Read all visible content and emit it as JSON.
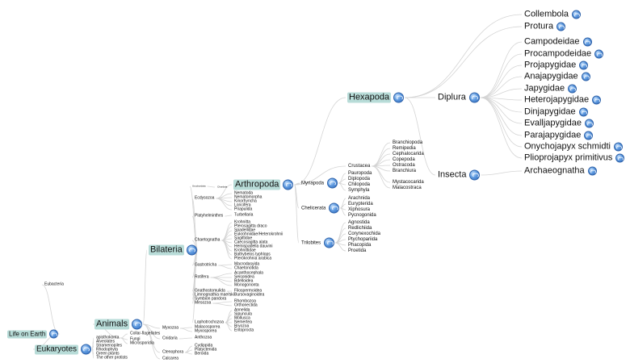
{
  "tree": {
    "eubacteria": "Eubacteria",
    "life_on_earth": "Life on Earth",
    "eukaryotes": "Eukaryotes",
    "apisthokonta": "apisthokonta",
    "alveolates": "Alveolates",
    "stramenopiles": "Stramenopiles",
    "rhodophyta": "Rhodophyta",
    "green_plants": "Green plants",
    "other_protists": "The other protists",
    "animals": "Animals",
    "collar_flagellates": "Collar-flagellates",
    "fungi": "Fungi",
    "microsporidia": "Microsporidia",
    "bilateria": "Bilateria",
    "urochordata": "Urochordata",
    "chordata": "Chordata",
    "ecdysozoa": "Ecdysozoa",
    "platyhelminthes": "Platyhelminthes",
    "chaetognatha": "Chaetognatha",
    "gastrotricha": "Gastrotricha",
    "rotifera": "Rotifera",
    "gnathostomulida": "Gnathostomulida",
    "limnognathia": "Limnognathia maerski",
    "symbion": "Symbion pandora",
    "mesozoa": "Mesozoa",
    "lophotrochozoa": "Lophotrochozoa",
    "malacosporea": "Malacosporea",
    "myxosporea": "Myxosporea",
    "myxozoa": "Myxozoa",
    "cnidaria": "Cnidaria",
    "anthozoa": "Anthozoa",
    "ctenophora": "Ctenophora",
    "cydippida": "Cydippida",
    "platyctenida": "Platyctenida",
    "beroida": "Beroida",
    "calcarea": "Calcarea",
    "nematoda": "Nematoda",
    "nematomorpha": "Nematomorpha",
    "kinorhyncha": "Kinorhyncha",
    "loricifera": "Loricifera",
    "priapulida": "Priapulida",
    "turbellaria": "Turbellaria",
    "krohnitta": "Krohnitta",
    "pterosagitta": "Pterosagitta draco",
    "spadellidae": "Spadellidae",
    "eukrohniidae": "Eukrohniidae/Heterokrohnii",
    "sagittidae": "Sagittidae",
    "caecosagitta": "Caecosagitta alata",
    "hemispadella": "Hemispadella dauvini",
    "krohnittidae": "Krohnittidae",
    "bathybelos": "Bathybelos typhlops",
    "pterokrohnia": "Pterokrohnia arabica",
    "macrodasyida": "Macrodasyida",
    "chaetonotida": "Chaetonotida",
    "acanthocephala": "Acanthocephala",
    "seisonidea": "Seisonidea",
    "bdelloidea": "Bdelloidea",
    "monogononta": "Monogononta",
    "filospermoidea": "Filospermoidea",
    "bursovaginoidea": "Bursovaginoidea",
    "rhombozoa": "Rhombozoa",
    "orthonectida": "Orthonectida",
    "annelida": "Annelida",
    "sipuncula": "Sipuncula",
    "mollusca": "Mollusca",
    "nemertea": "Nemertea",
    "bryozoa": "Bryozoa",
    "entoprocta": "Entoprocta",
    "arthropoda": "Arthropoda",
    "myriapoda": "Myriapoda",
    "chelicerata": "Chelicerata",
    "trilobites": "Trilobites",
    "crustacea": "Crustacea",
    "hexapoda": "Hexapoda",
    "branchiopoda": "Branchiopoda",
    "remipedia": "Remipedia",
    "cephalocarida": "Cephalocarida",
    "copepoda": "Copepoda",
    "ostracoda": "Ostracoda",
    "branchiura": "Branchiura",
    "mystacocarida": "Mystacocarida",
    "malacostraca": "Malacostraca",
    "pauropoda": "Pauropoda",
    "diplopoda": "Diplopoda",
    "chilopoda": "Chilopoda",
    "symphyla": "Symphyla",
    "arachnida": "Arachnida",
    "eurypterida": "Eurypterida",
    "xiphosura": "Xiphosura",
    "pycnogonida": "Pycnogonida",
    "agnostida": "Agnostida",
    "redlichiida": "Redlichiida",
    "corynexochida": "Corynexochida",
    "ptychopariida": "Ptychopariida",
    "phacopida": "Phacopida",
    "proetida": "Proetida",
    "collembola": "Collembola",
    "protura": "Protura",
    "diplura": "Diplura",
    "insecta": "Insecta",
    "campodeidae": "Campodeidae",
    "procampodeidae": "Procampodeidae",
    "projapygidae": "Projapygidae",
    "anajapygidae": "Anajapygidae",
    "japygidae": "Japygidae",
    "heterojapygidae": "Heterojapygidae",
    "dinjapygidae": "Dinjapygidae",
    "evalljapygidae": "Evalljapygidae",
    "parajapygidae": "Parajapygidae",
    "onychojapyx": "Onychojapyx schmidti",
    "plioprojapyx": "Plioprojapyx primitivus",
    "archaeognatha": "Archaeognatha"
  },
  "colors": {
    "highlight": "#b8dcd8",
    "link": "#d4d4d4",
    "globe": "#4a86d6"
  }
}
